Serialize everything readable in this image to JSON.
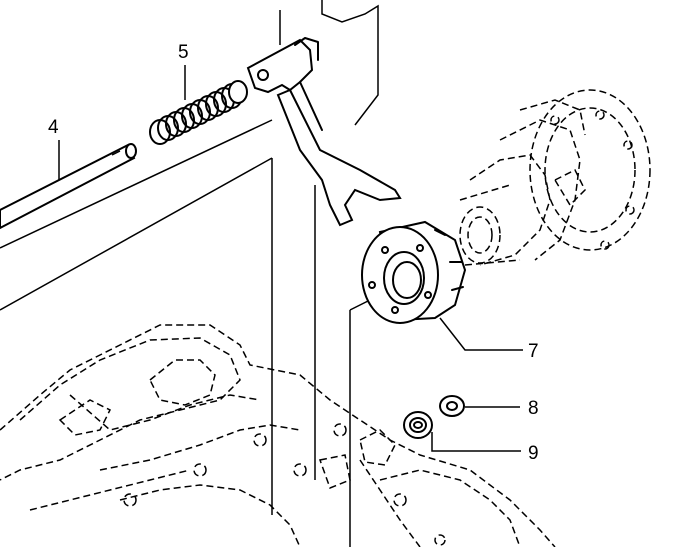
{
  "callouts": {
    "shift_rod": "4",
    "spring": "5",
    "hub": "7",
    "washer": "8",
    "seal": "9"
  },
  "colors": {
    "line": "#000000",
    "background": "#ffffff"
  }
}
